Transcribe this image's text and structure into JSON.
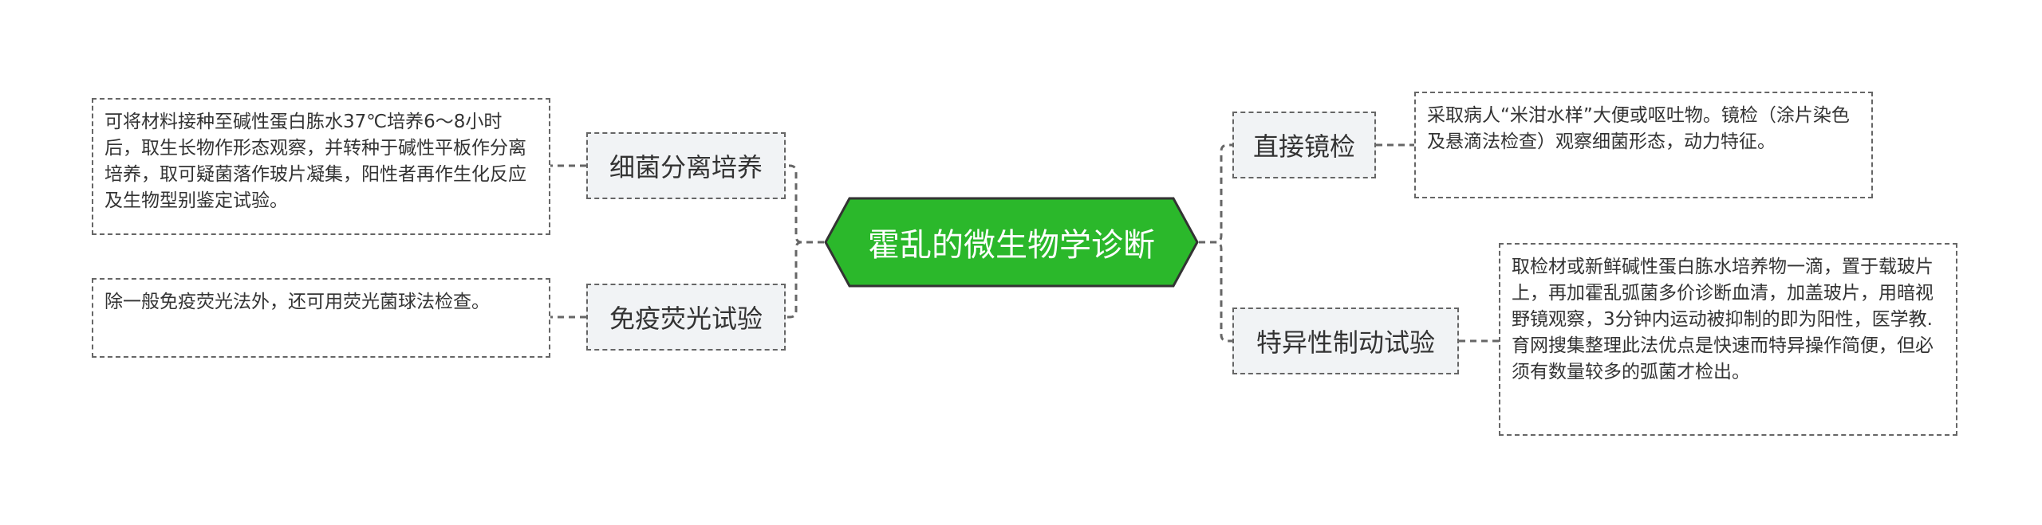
{
  "center": {
    "title": "霍乱的微生物学诊断",
    "fill": "#2bb82b",
    "stroke": "#333333"
  },
  "left": [
    {
      "label": "细菌分离培养",
      "note": "可将材料接种至碱性蛋白胨水37℃培养6～8小时后，取生长物作形态观察，并转种于碱性平板作分离培养，取可疑菌落作玻片凝集，阳性者再作生化反应及生物型别鉴定试验。"
    },
    {
      "label": "免疫荧光试验",
      "note": "除一般免疫荧光法外，还可用荧光菌球法检查。"
    }
  ],
  "right": [
    {
      "label": "直接镜检",
      "note": "采取病人“米泔水样”大便或呕吐物。镜检（涂片染色及悬滴法检查）观察细菌形态，动力特征。"
    },
    {
      "label": "特异性制动试验",
      "note": "取检材或新鲜碱性蛋白胨水培养物一滴，置于载玻片上，再加霍乱弧菌多价诊断血清，加盖玻片，用暗视野镜观察，3分钟内运动被抑制的即为阳性，医学教.育网搜集整理此法优点是快速而特异操作简便，但必须有数量较多的弧菌才检出。"
    }
  ],
  "colors": {
    "connector": "#666666",
    "branch_bg": "#f1f3f5"
  }
}
